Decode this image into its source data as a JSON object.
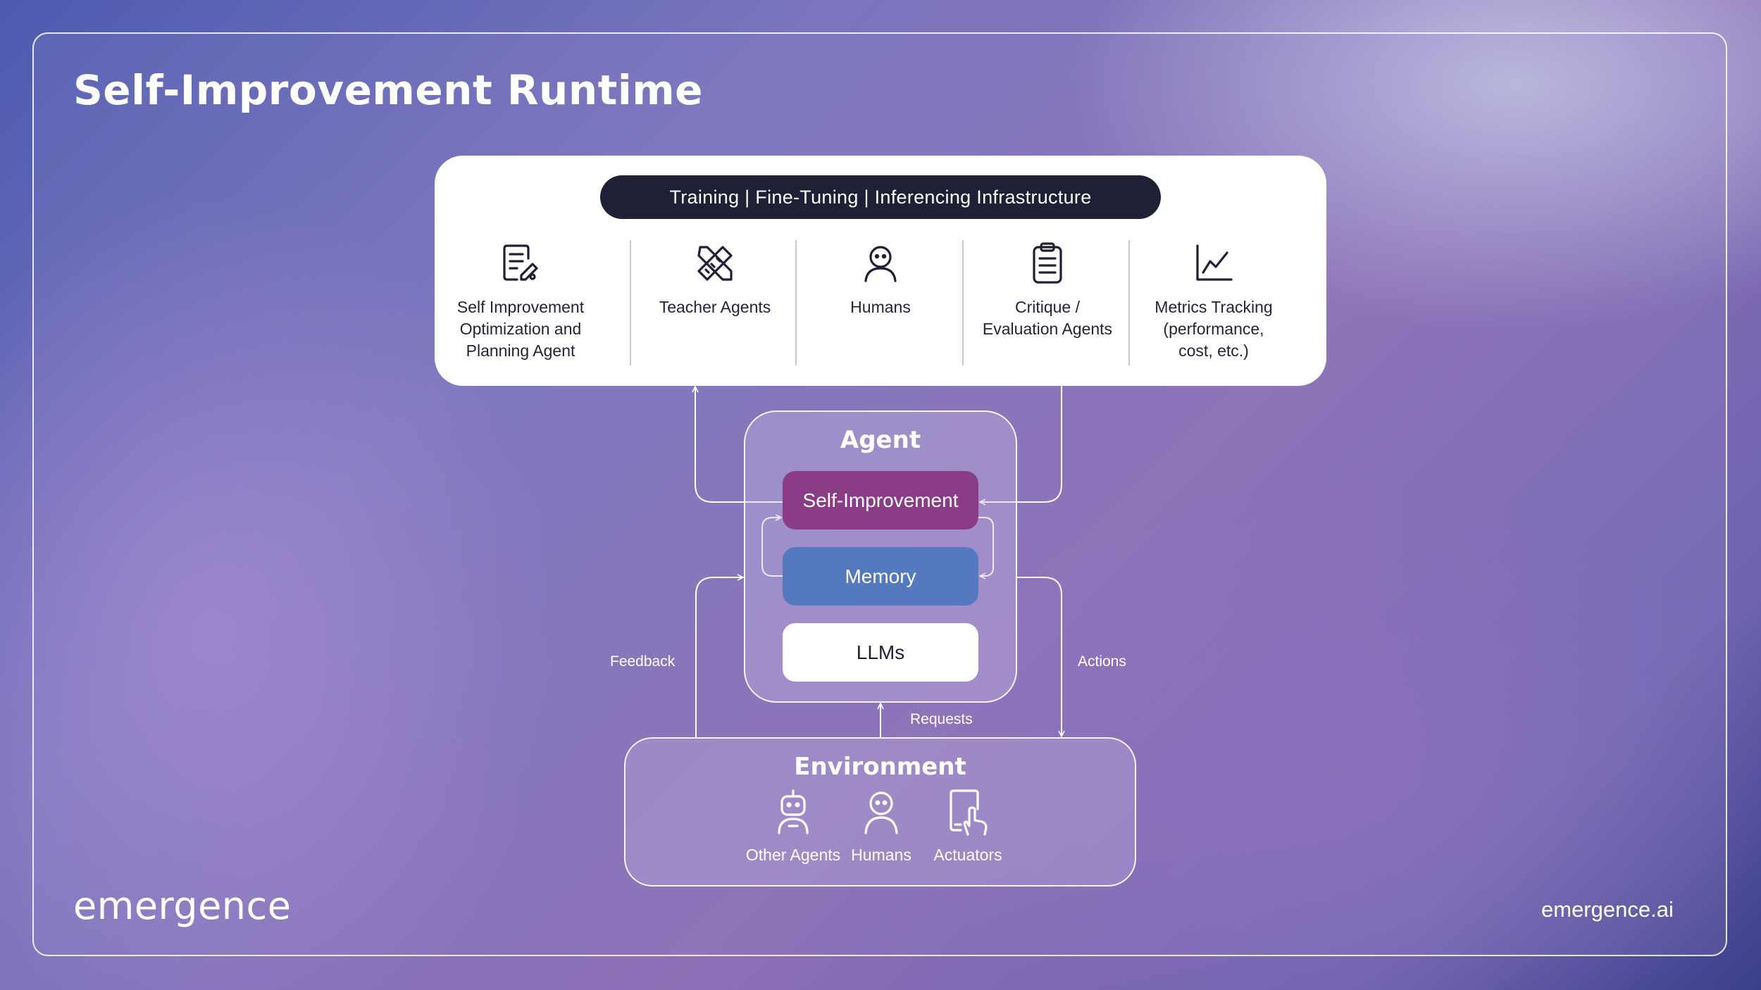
{
  "title": "Self-Improvement Runtime",
  "infrastructure": {
    "banner": "Training | Fine-Tuning | Inferencing Infrastructure",
    "components": [
      {
        "label": "Self Improvement\nOptimization and\nPlanning Agent",
        "icon": "document-edit-icon"
      },
      {
        "label": "Teacher Agents",
        "icon": "ruler-pencil-icon"
      },
      {
        "label": "Humans",
        "icon": "person-icon"
      },
      {
        "label": "Critique /\nEvaluation Agents",
        "icon": "clipboard-icon"
      },
      {
        "label": "Metrics Tracking\n(performance,\ncost, etc.)",
        "icon": "line-chart-icon"
      }
    ]
  },
  "agent": {
    "title": "Agent",
    "blocks": [
      "Self-Improvement",
      "Memory",
      "LLMs"
    ]
  },
  "environment": {
    "title": "Environment",
    "items": [
      {
        "label": "Other Agents",
        "icon": "robot-icon"
      },
      {
        "label": "Humans",
        "icon": "person-icon"
      },
      {
        "label": "Actuators",
        "icon": "touch-device-icon"
      }
    ]
  },
  "flows": {
    "feedback": "Feedback",
    "actions": "Actions",
    "requests": "Requests"
  },
  "brand": {
    "logo": "emergence",
    "website": "emergence.ai"
  },
  "colors": {
    "self_improvement": "#8a3d86",
    "memory": "#5479bf",
    "llms": "#ffffff",
    "banner": "#1f2035"
  }
}
